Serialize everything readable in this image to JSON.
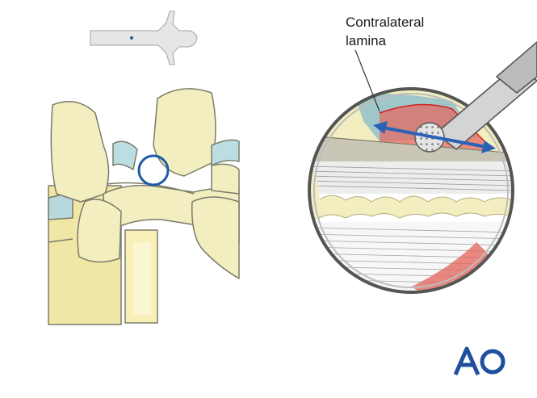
{
  "callout": {
    "line1": "Contralateral",
    "line2": "lamina"
  },
  "logo": {
    "text": "AO"
  },
  "colors": {
    "bone": "#f2eec0",
    "bone_shadow": "#e3dca0",
    "outline": "#7b7b6a",
    "marker_circle": "#1f5aa6",
    "arrow": "#2962b8",
    "lamina_red": "#e04848",
    "instrument": "#c8c8c8",
    "logo": "#1f4f9e"
  },
  "icons": {
    "body_outline": "human-body-silhouette-icon",
    "brand": "ao-logo-icon"
  }
}
